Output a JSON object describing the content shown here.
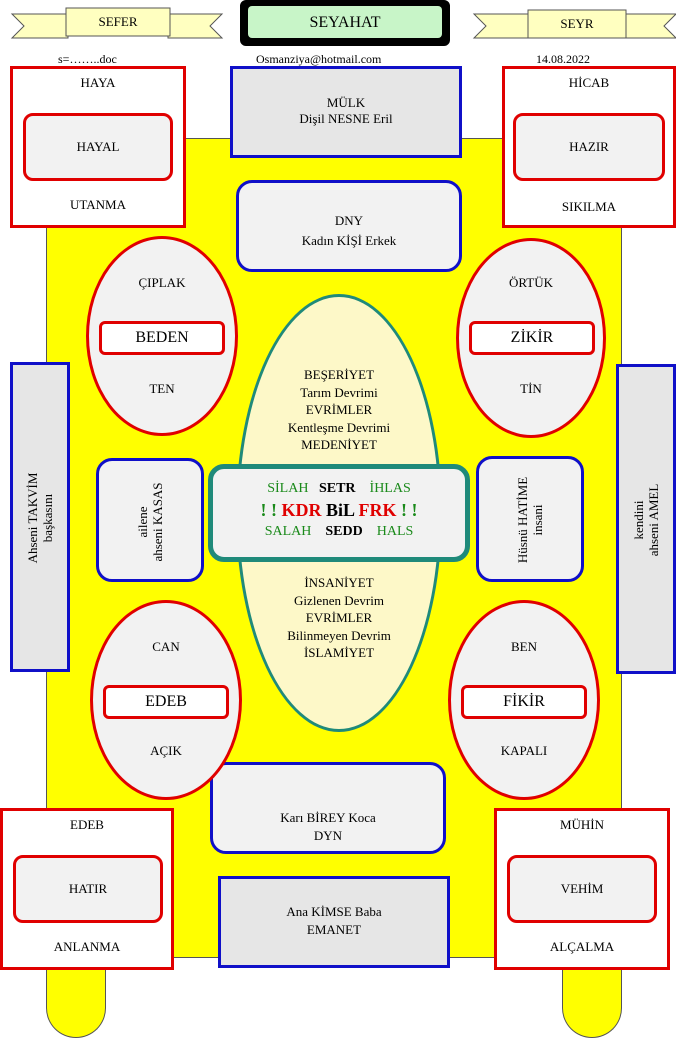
{
  "header": {
    "left_banner": "SEFER",
    "title": "SEYAHAT",
    "right_banner": "SEYR",
    "filename": "s=……..doc",
    "email": "Osmanziya@hotmail.com",
    "date": "14.08.2022"
  },
  "corners": {
    "top_left": {
      "top": "HAYA",
      "inner": "HAYAL",
      "bottom": "UTANMA"
    },
    "top_right": {
      "top": "HİCAB",
      "inner": "HAZIR",
      "bottom": "SIKILMA"
    },
    "bottom_left": {
      "top": "EDEB",
      "inner": "HATIR",
      "bottom": "ANLANMA"
    },
    "bottom_right": {
      "top": "MÜHİN",
      "inner": "VEHİM",
      "bottom": "ALÇALMA"
    }
  },
  "center_column": {
    "mulk": {
      "line1": "MÜLK",
      "line2": "Dişil NESNE Eril"
    },
    "dny": {
      "line1": "DNY",
      "line2": "Kadın KİŞİ Erkek"
    },
    "dyn": {
      "line1": "Karı BİREY Koca",
      "line2": "DYN"
    },
    "emanet": {
      "line1": "Ana KİMSE Baba",
      "line2": "EMANET"
    }
  },
  "ovals": {
    "ciplak": {
      "top": "ÇIPLAK",
      "inner": "BEDEN",
      "bottom": "TEN"
    },
    "ortuk": {
      "top": "ÖRTÜK",
      "inner": "ZİKİR",
      "bottom": "TİN"
    },
    "can": {
      "top": "CAN",
      "inner": "EDEB",
      "bottom": "AÇIK"
    },
    "ben": {
      "top": "BEN",
      "inner": "FİKİR",
      "bottom": "KAPALI"
    }
  },
  "big_ellipse": {
    "upper": [
      "BEŞERİYET",
      "Tarım Devrimi",
      "EVRİMLER",
      "Kentleşme Devrimi",
      "MEDENİYET"
    ],
    "lower": [
      "İNSANİYET",
      "Gizlenen Devrim",
      "EVRİMLER",
      "Bilinmeyen Devrim",
      "İSLAMİYET"
    ]
  },
  "center_box": {
    "row1": {
      "a": "SİLAH",
      "b": "SETR",
      "c": "İHLAS"
    },
    "row2": {
      "ex_left": "! !",
      "a": "KDR",
      "b": "BiL",
      "c": "FRK",
      "ex_right": "! !"
    },
    "row3": {
      "a": "SALAH",
      "b": "SEDD",
      "c": "HALS"
    }
  },
  "side_boxes": {
    "left_outer": {
      "line1": "Ahseni TAKVİM",
      "line2": "başkasını"
    },
    "left_inner": {
      "line1": "ailene",
      "line2": "ahseni KASAS"
    },
    "right_inner": {
      "line1": "Hüsnü HATİME",
      "line2": "insani"
    },
    "right_outer": {
      "line1": "kendini",
      "line2": "ahseni AMEL"
    }
  },
  "colors": {
    "yellow": "#ffff00",
    "red": "#e00000",
    "blue": "#1010c8",
    "green_border": "#1f8a7a",
    "title_bg": "#c8f5c8",
    "ellipse_bg": "#fdf8c8"
  }
}
